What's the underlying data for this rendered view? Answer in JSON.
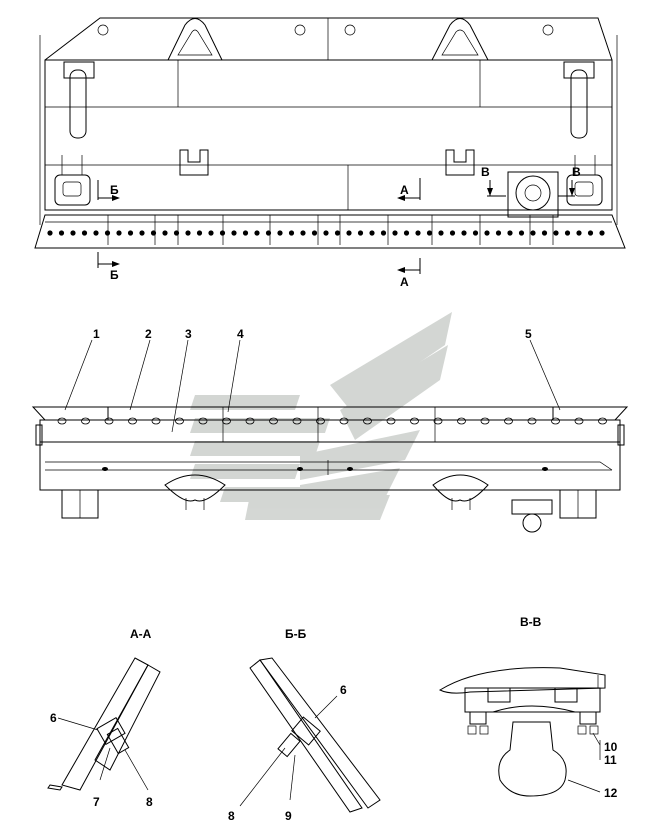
{
  "views": {
    "front": {
      "cut_marks": [
        "Б",
        "Б",
        "А",
        "А",
        "В",
        "В"
      ]
    },
    "top": {
      "callouts": [
        "1",
        "2",
        "3",
        "4",
        "5"
      ]
    }
  },
  "sections": {
    "aa": {
      "title": "А-А",
      "callouts": [
        "6",
        "7",
        "8"
      ]
    },
    "bb": {
      "title": "Б-Б",
      "callouts": [
        "6",
        "8",
        "9"
      ]
    },
    "vv": {
      "title": "В-В",
      "callouts": [
        "10",
        "11",
        "12"
      ]
    }
  },
  "colors": {
    "line": "#000000",
    "watermark": "#c9cdc9",
    "background": "#ffffff"
  }
}
